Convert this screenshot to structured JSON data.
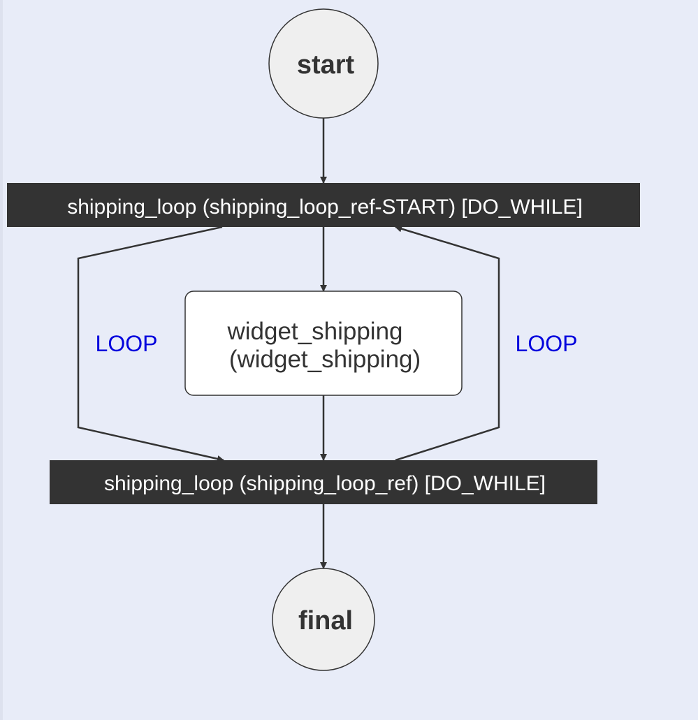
{
  "diagram": {
    "nodes": {
      "start": {
        "label": "start"
      },
      "loop_start": {
        "label": "shipping_loop (shipping_loop_ref-START) [DO_WHILE]"
      },
      "task": {
        "line1": "widget_shipping",
        "line2": "(widget_shipping)"
      },
      "loop_end": {
        "label": "shipping_loop (shipping_loop_ref) [DO_WHILE]"
      },
      "final": {
        "label": "final"
      }
    },
    "edges": {
      "loop_left_label": "LOOP",
      "loop_right_label": "LOOP"
    }
  }
}
